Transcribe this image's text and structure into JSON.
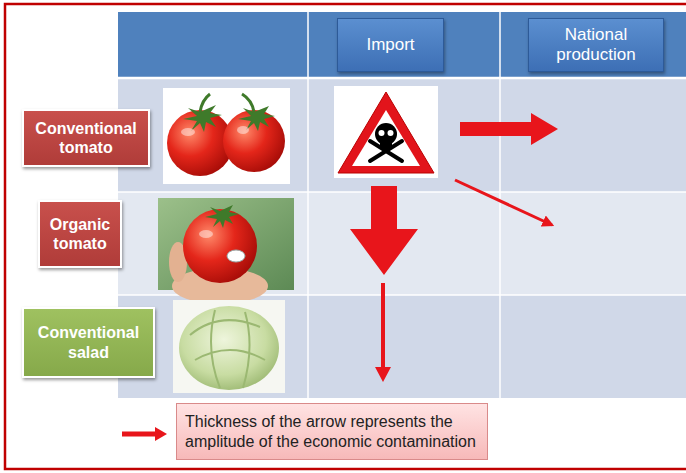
{
  "diagram": {
    "nodes": [
      {
        "text": [
          "Import"
        ]
      },
      {
        "text": [
          "National production"
        ]
      },
      {
        "text": [
          "Conventional tomato"
        ]
      },
      {
        "text": [
          "Organic tomato"
        ]
      },
      {
        "text": [
          "Conventional salad"
        ]
      }
    ],
    "legend": [
      {
        "text": "Thickness of the arrow represents the amplitude of the economic contamination"
      }
    ]
  }
}
